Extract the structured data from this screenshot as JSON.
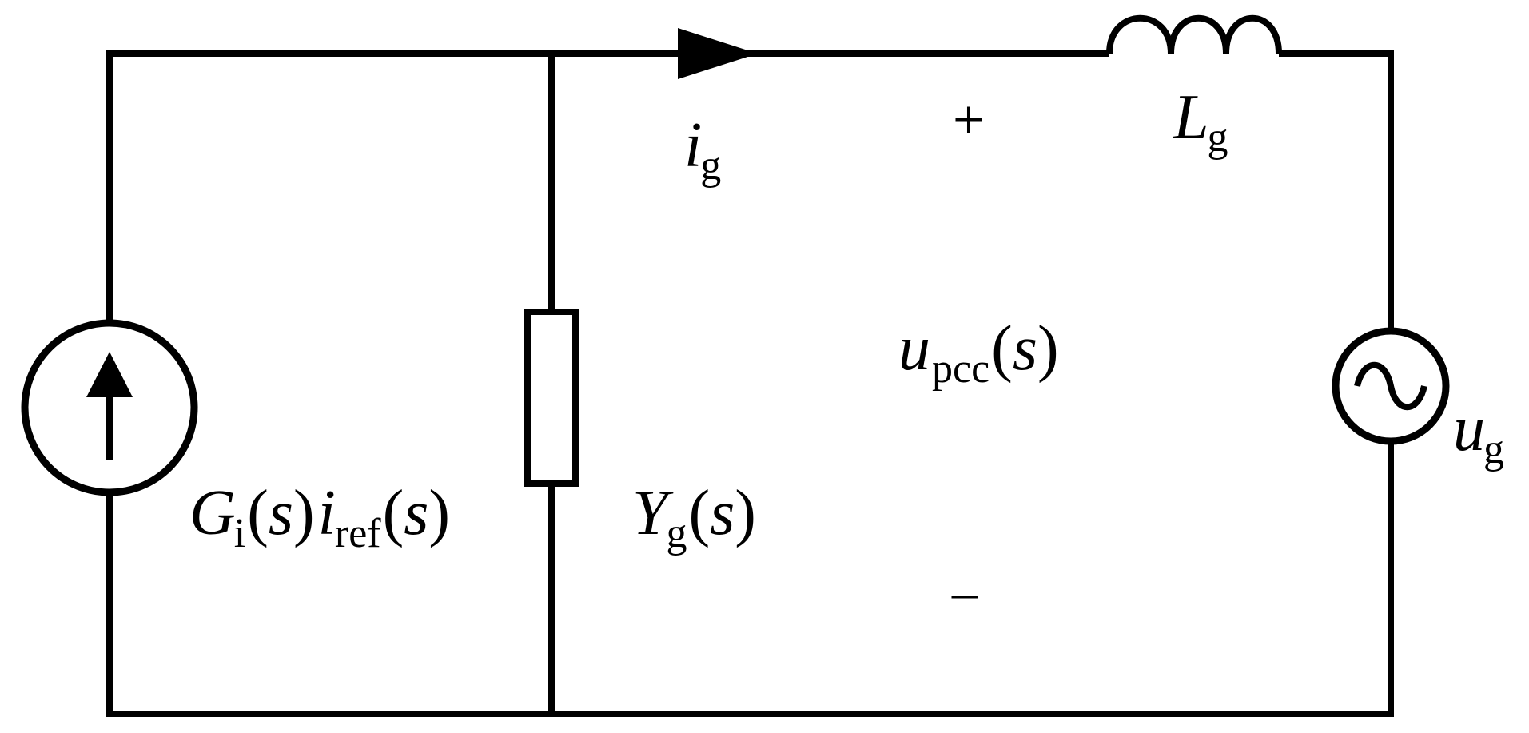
{
  "labels": {
    "ig": {
      "main": "i",
      "sub": "g"
    },
    "lg": {
      "main": "L",
      "sub": "g"
    },
    "plus": "+",
    "minus": "−",
    "upcc": {
      "main": "u",
      "sub": "pcc",
      "open": "(",
      "arg": "s",
      "close": ")"
    },
    "ug": {
      "main": "u",
      "sub": "g"
    },
    "source": {
      "g": "G",
      "gsub": "i",
      "open1": "(",
      "arg1": "s",
      "close1": ")",
      "i": "i",
      "isub": "ref",
      "open2": "(",
      "arg2": "s",
      "close2": ")"
    },
    "yg": {
      "main": "Y",
      "sub": "g",
      "open": "(",
      "arg": "s",
      "close": ")"
    }
  },
  "icons": {
    "current_source": "current-source-icon",
    "voltage_source": "ac-voltage-source-icon",
    "resistor": "resistor-icon",
    "inductor": "inductor-icon",
    "arrow": "current-arrow-icon"
  }
}
